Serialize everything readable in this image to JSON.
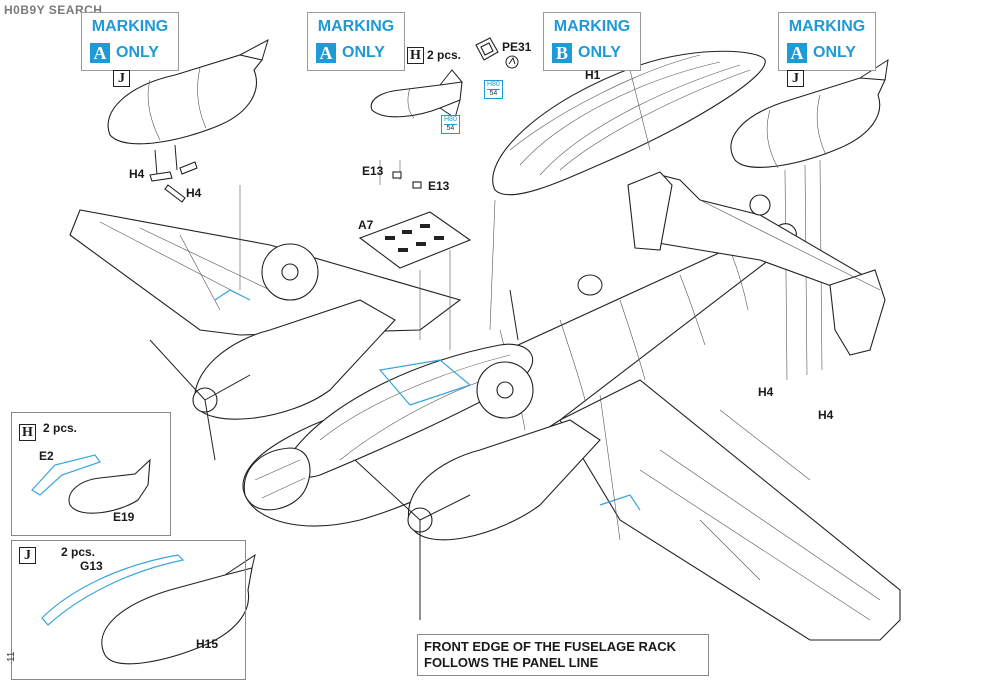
{
  "watermark": "H0B9Y SEARCH",
  "page_number": "11",
  "accent_color": "#1e9ad6",
  "markings": [
    {
      "title": "MARKING",
      "letter": "A",
      "suffix": "ONLY"
    },
    {
      "title": "MARKING",
      "letter": "A",
      "suffix": "ONLY"
    },
    {
      "title": "MARKING",
      "letter": "B",
      "suffix": "ONLY"
    },
    {
      "title": "MARKING",
      "letter": "A",
      "suffix": "ONLY"
    }
  ],
  "subassembly_letters": {
    "J_left": "J",
    "H_top": "H",
    "J_right": "J",
    "H_inset": "H",
    "J_inset": "J"
  },
  "labels": {
    "h_top_count": "2 pcs.",
    "pe31": "PE31",
    "h1": "H1",
    "h4_a": "H4",
    "h4_b": "H4",
    "e13_a": "E13",
    "e13_b": "E13",
    "a7": "A7",
    "h4_c": "H4",
    "h4_d": "H4",
    "inset_h_count": "2 pcs.",
    "e2": "E2",
    "e19": "E19",
    "inset_j_count": "2 pcs.",
    "g13": "G13",
    "h15": "H15"
  },
  "part_tags": [
    {
      "top": "H80",
      "bottom": "54"
    },
    {
      "top": "H80",
      "bottom": "54"
    }
  ],
  "note": {
    "line1": "FRONT EDGE OF THE FUSELAGE RACK",
    "line2": "FOLLOWS THE PANEL LINE"
  }
}
